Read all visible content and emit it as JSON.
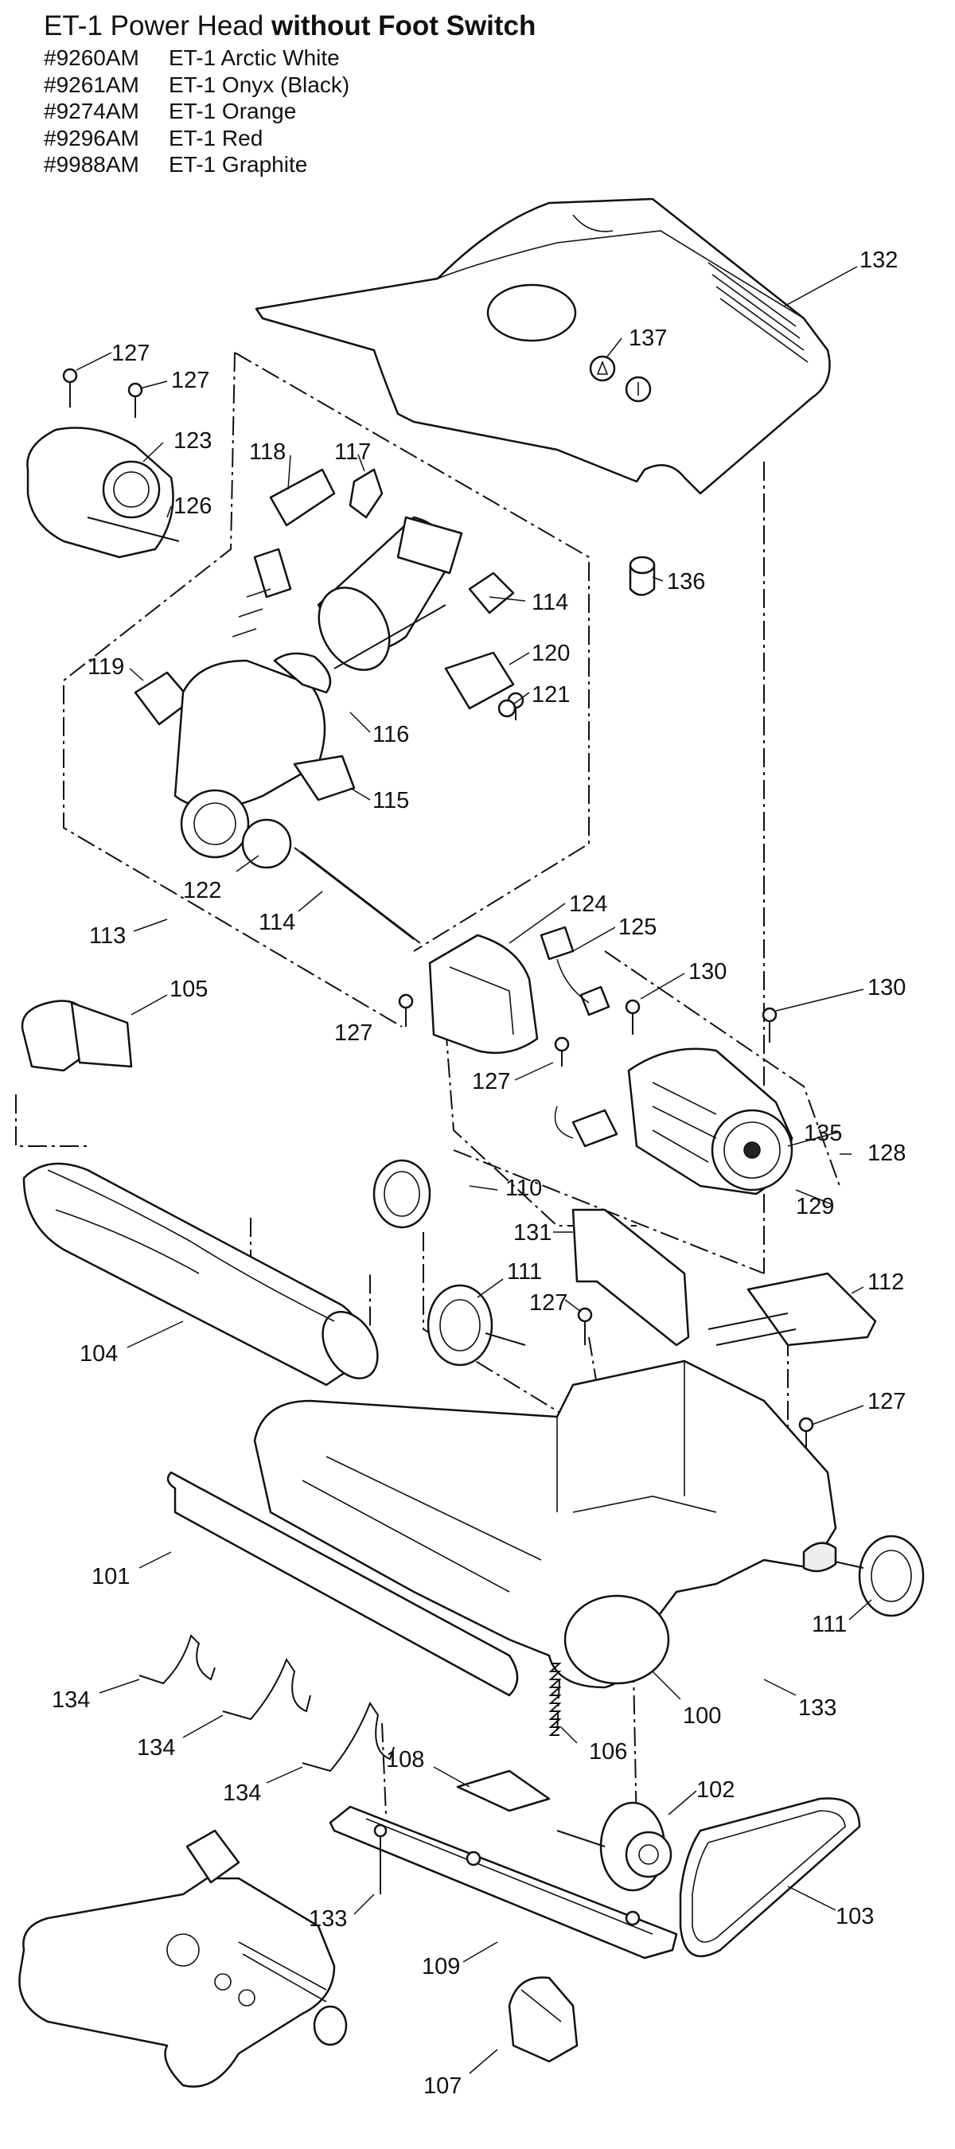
{
  "header": {
    "title_plain": "ET-1 Power Head ",
    "title_bold": "without Foot Switch",
    "models": [
      {
        "code": "#9260AM",
        "name": "ET-1 Arctic White"
      },
      {
        "code": "#9261AM",
        "name": "ET-1 Onyx (Black)"
      },
      {
        "code": "#9274AM",
        "name": "ET-1 Orange"
      },
      {
        "code": "#9296AM",
        "name": "ET-1 Red"
      },
      {
        "code": "#9988AM",
        "name": "ET-1 Graphite"
      }
    ]
  },
  "callouts": {
    "p132": "132",
    "p137": "137",
    "p136": "136",
    "p127a": "127",
    "p127b": "127",
    "p123": "123",
    "p126": "126",
    "p118": "118",
    "p117": "117",
    "p114a": "114",
    "p120": "120",
    "p121": "121",
    "p119": "119",
    "p116": "116",
    "p115": "115",
    "p122": "122",
    "p114b": "114",
    "p113": "113",
    "p124": "124",
    "p125": "125",
    "p127c": "127",
    "p130a": "130",
    "p130b": "130",
    "p105": "105",
    "p127d": "127",
    "p135": "135",
    "p128": "128",
    "p129": "129",
    "p110": "110",
    "p131": "131",
    "p111a": "111",
    "p127e": "127",
    "p112": "112",
    "p104": "104",
    "p127f": "127",
    "p101": "101",
    "p111b": "111",
    "p100": "100",
    "p133a": "133",
    "p134a": "134",
    "p134b": "134",
    "p106": "106",
    "p134c": "134",
    "p108": "108",
    "p102": "102",
    "p103": "103",
    "p133b": "133",
    "p109": "109",
    "p107": "107"
  }
}
